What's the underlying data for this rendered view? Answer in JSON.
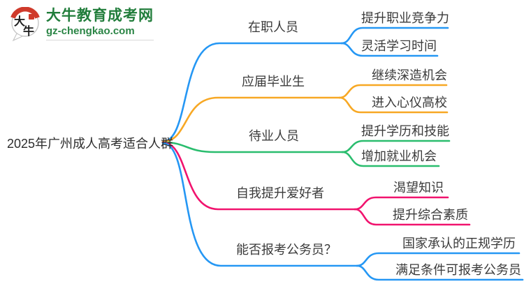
{
  "logo": {
    "icon_char_1": "大",
    "icon_char_2": "牛",
    "title": "大牛教育成考网",
    "domain": "gz-chengkao.com",
    "brand_green": "#217d3b",
    "seal_red": "#cf3a2b"
  },
  "root": {
    "label": "2025年广州成人高考适合人群"
  },
  "branches": [
    {
      "label": "在职人员",
      "color": "#2597f4",
      "children": [
        {
          "label": "提升职业竞争力"
        },
        {
          "label": "灵活学习时间"
        }
      ]
    },
    {
      "label": "应届毕业生",
      "color": "#f7a824",
      "children": [
        {
          "label": "继续深造机会"
        },
        {
          "label": "进入心仪高校"
        }
      ]
    },
    {
      "label": "待业人员",
      "color": "#2abd6e",
      "children": [
        {
          "label": "提升学历和技能"
        },
        {
          "label": "增加就业机会"
        }
      ]
    },
    {
      "label": "自我提升爱好者",
      "color": "#f1136e",
      "children": [
        {
          "label": "渴望知识"
        },
        {
          "label": "提升综合素质"
        }
      ]
    },
    {
      "label": "能否报考公务员？",
      "color": "#2597f4",
      "children": [
        {
          "label": "国家承认的正规学历"
        },
        {
          "label": "满足条件可报考公务员"
        }
      ]
    }
  ]
}
